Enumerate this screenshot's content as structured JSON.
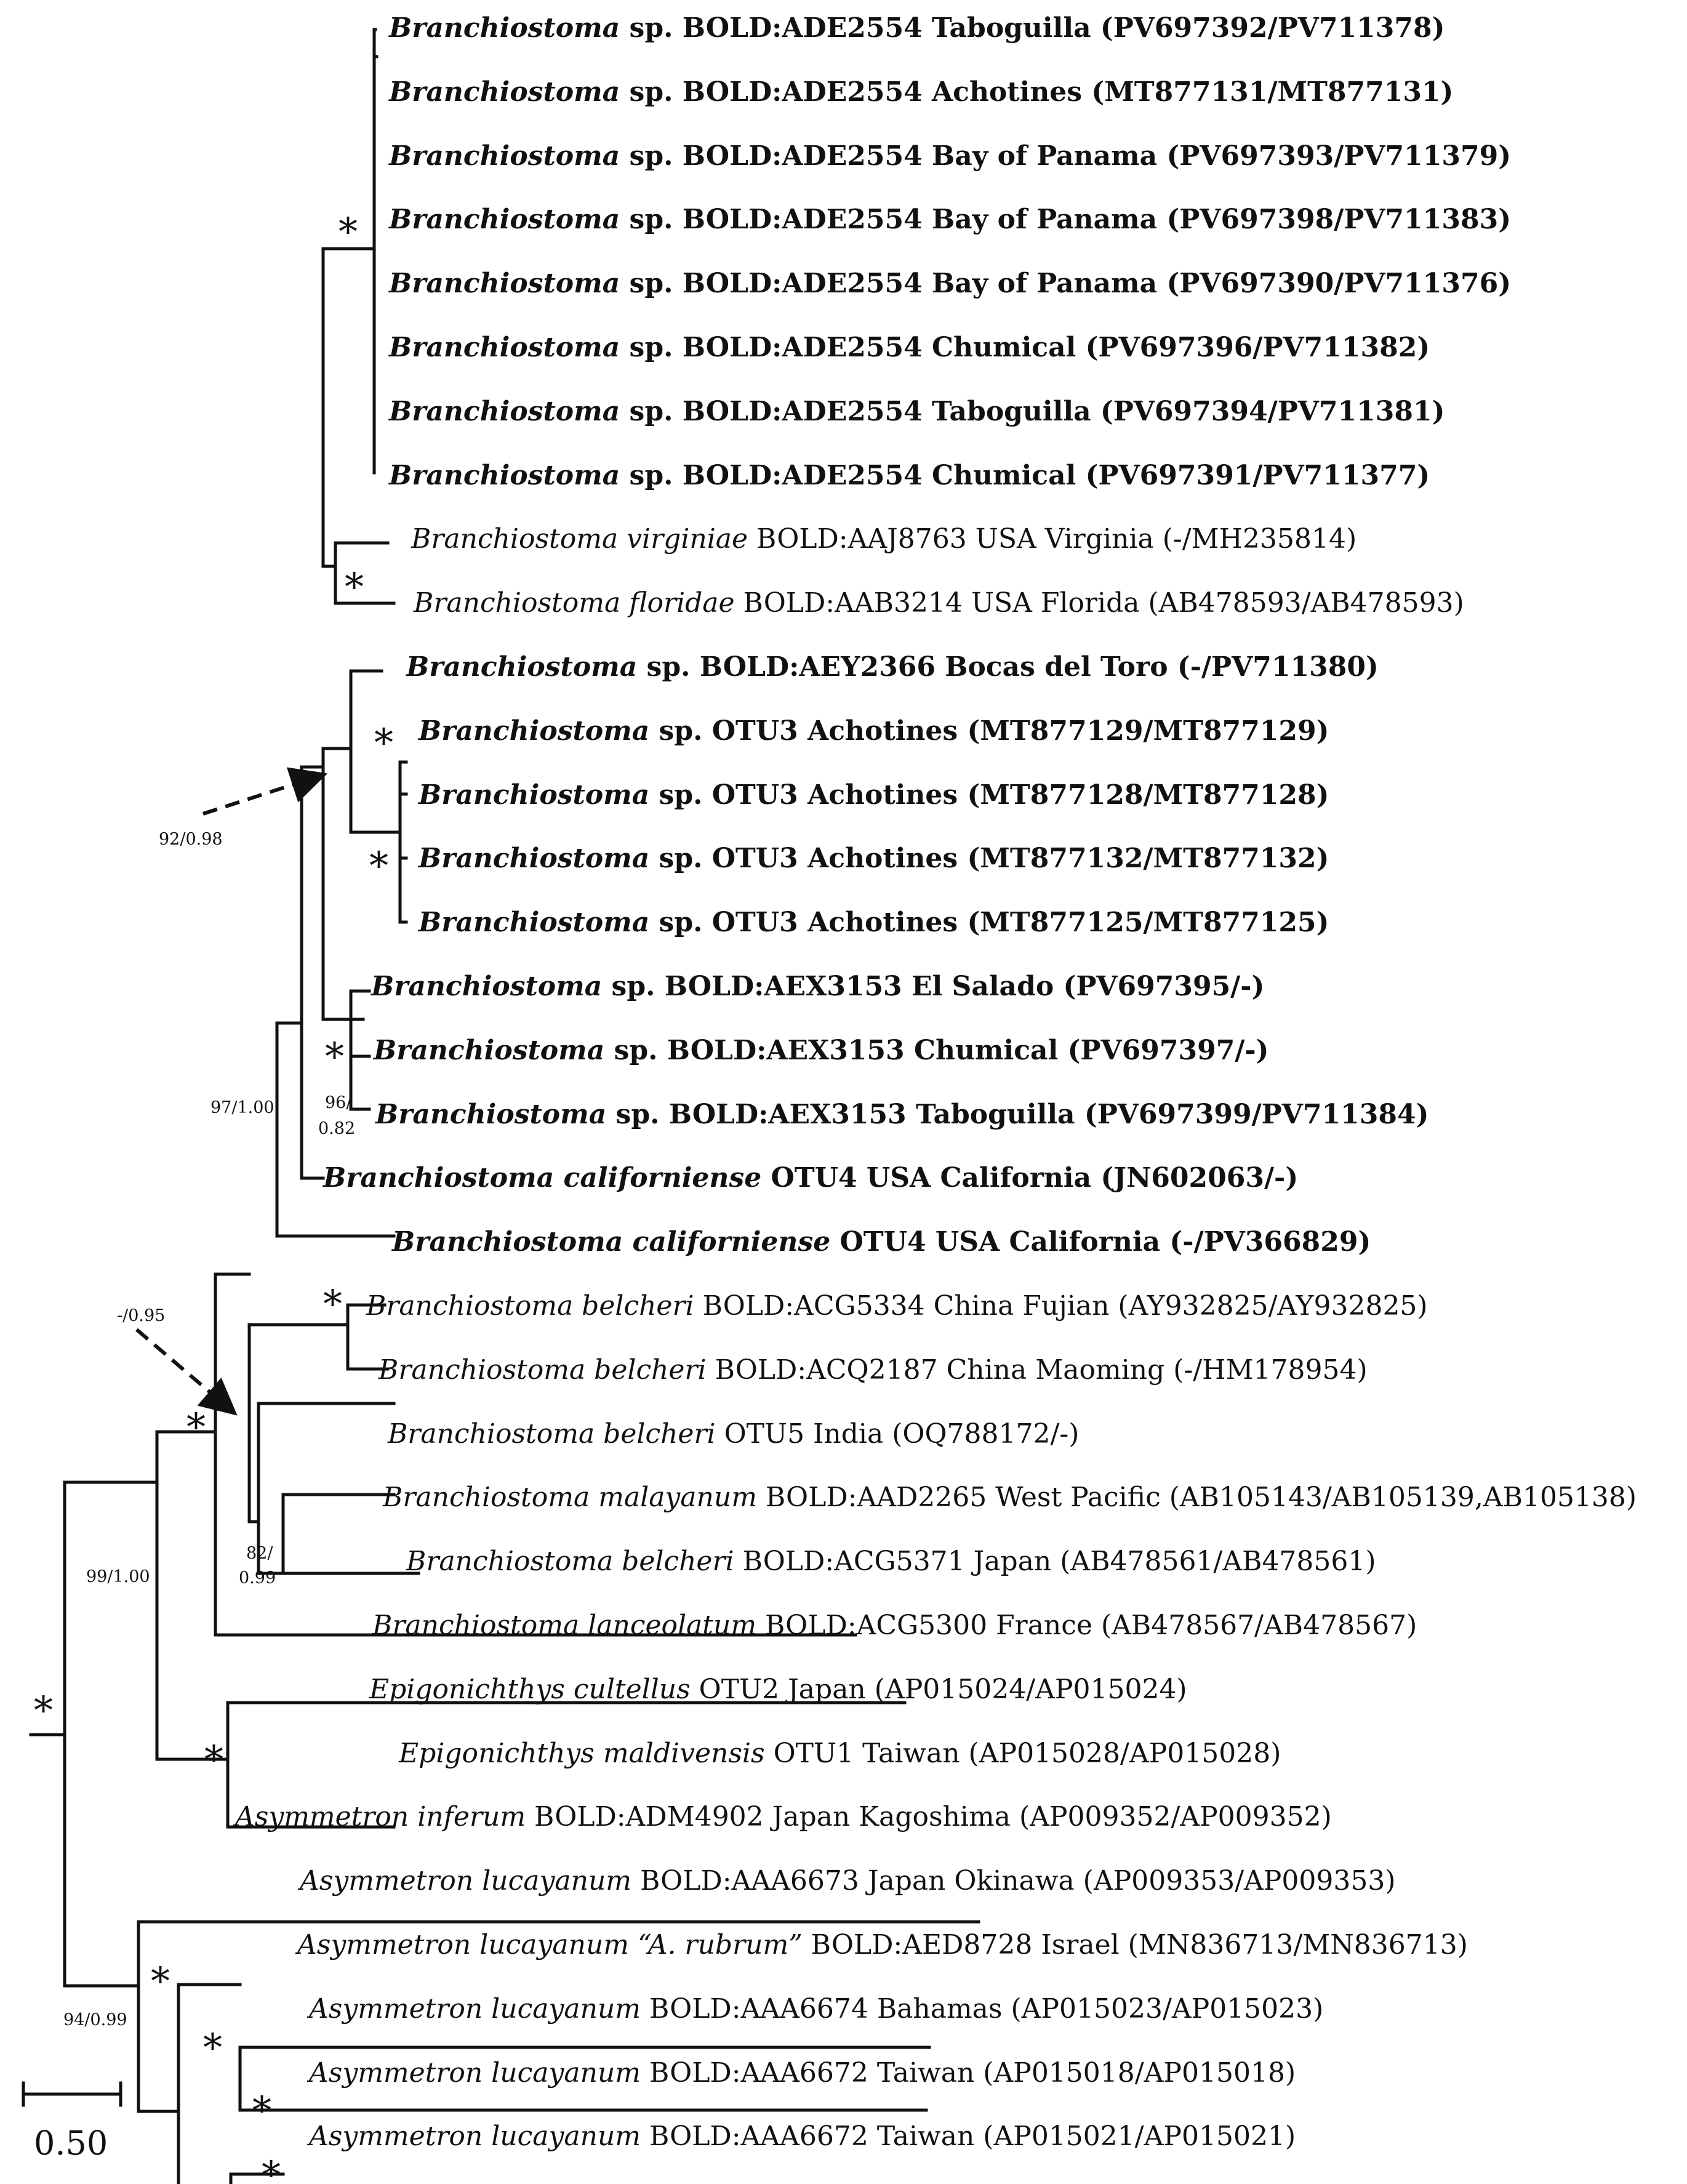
{
  "taxa": [
    {
      "parts": [
        {
          "text": "Branchiostoma",
          "style": "bi"
        },
        {
          "text": " sp. BOLD:ADE2554 Taboguilla (PV697392/PV711378)",
          "style": "b"
        }
      ]
    },
    {
      "parts": [
        {
          "text": "Branchiostoma",
          "style": "bi"
        },
        {
          "text": " sp. BOLD:ADE2554 Achotines (MT877131/MT877131)",
          "style": "b"
        }
      ]
    },
    {
      "parts": [
        {
          "text": "Branchiostoma",
          "style": "bi"
        },
        {
          "text": " sp. BOLD:ADE2554 Bay of Panama (PV697393/PV711379)",
          "style": "b"
        }
      ]
    },
    {
      "parts": [
        {
          "text": "Branchiostoma",
          "style": "bi"
        },
        {
          "text": " sp. BOLD:ADE2554 Bay of Panama (PV697398/PV711383)",
          "style": "b"
        }
      ]
    },
    {
      "parts": [
        {
          "text": "Branchiostoma",
          "style": "bi"
        },
        {
          "text": " sp. BOLD:ADE2554 Bay of Panama (PV697390/PV711376)",
          "style": "b"
        }
      ]
    },
    {
      "parts": [
        {
          "text": "Branchiostoma",
          "style": "bi"
        },
        {
          "text": " sp. BOLD:ADE2554 Chumical (PV697396/PV711382)",
          "style": "b"
        }
      ]
    },
    {
      "parts": [
        {
          "text": "Branchiostoma",
          "style": "bi"
        },
        {
          "text": " sp. BOLD:ADE2554 Taboguilla (PV697394/PV711381)",
          "style": "b"
        }
      ]
    },
    {
      "parts": [
        {
          "text": "Branchiostoma",
          "style": "bi"
        },
        {
          "text": " sp. BOLD:ADE2554 Chumical (PV697391/PV711377)",
          "style": "b"
        }
      ]
    },
    {
      "parts": [
        {
          "text": "Branchiostoma virginiae",
          "style": "i"
        },
        {
          "text": " BOLD:AAJ8763 USA Virginia (-/MH235814)",
          "style": "n"
        }
      ]
    },
    {
      "parts": [
        {
          "text": "Branchiostoma floridae",
          "style": "i"
        },
        {
          "text": " BOLD:AAB3214 USA Florida (AB478593/AB478593)",
          "style": "n"
        }
      ]
    },
    {
      "parts": [
        {
          "text": "Branchiostoma",
          "style": "bi"
        },
        {
          "text": " sp. BOLD:AEY2366 Bocas del Toro (-/PV711380)",
          "style": "b"
        }
      ]
    },
    {
      "parts": [
        {
          "text": "Branchiostoma",
          "style": "bi"
        },
        {
          "text": " sp. OTU3 Achotines (MT877129/MT877129)",
          "style": "b"
        }
      ]
    },
    {
      "parts": [
        {
          "text": "Branchiostoma",
          "style": "bi"
        },
        {
          "text": " sp. OTU3 Achotines (MT877128/MT877128)",
          "style": "b"
        }
      ]
    },
    {
      "parts": [
        {
          "text": "Branchiostoma",
          "style": "bi"
        },
        {
          "text": " sp. OTU3 Achotines (MT877132/MT877132)",
          "style": "b"
        }
      ]
    },
    {
      "parts": [
        {
          "text": "Branchiostoma",
          "style": "bi"
        },
        {
          "text": " sp. OTU3 Achotines (MT877125/MT877125)",
          "style": "b"
        }
      ]
    },
    {
      "parts": [
        {
          "text": "Branchiostoma",
          "style": "bi"
        },
        {
          "text": " sp. BOLD:AEX3153 El Salado (PV697395/-)",
          "style": "b"
        }
      ]
    },
    {
      "parts": [
        {
          "text": "Branchiostoma",
          "style": "bi"
        },
        {
          "text": " sp. BOLD:AEX3153 Chumical (PV697397/-)",
          "style": "b"
        }
      ]
    },
    {
      "parts": [
        {
          "text": "Branchiostoma",
          "style": "bi"
        },
        {
          "text": " sp. BOLD:AEX3153 Taboguilla (PV697399/PV711384)",
          "style": "b"
        }
      ]
    },
    {
      "parts": [
        {
          "text": "Branchiostoma californiense",
          "style": "bi"
        },
        {
          "text": " OTU4 USA California (JN602063/-)",
          "style": "b"
        }
      ]
    },
    {
      "parts": [
        {
          "text": "Branchiostoma californiense",
          "style": "bi"
        },
        {
          "text": " OTU4 USA California (-/PV366829)",
          "style": "b"
        }
      ]
    },
    {
      "parts": [
        {
          "text": "Branchiostoma belcheri",
          "style": "i"
        },
        {
          "text": " BOLD:ACG5334 China Fujian (AY932825/AY932825)",
          "style": "n"
        }
      ]
    },
    {
      "parts": [
        {
          "text": "Branchiostoma belcheri",
          "style": "i"
        },
        {
          "text": " BOLD:ACQ2187 China Maoming (-/HM178954)",
          "style": "n"
        }
      ]
    },
    {
      "parts": [
        {
          "text": "Branchiostoma belcheri",
          "style": "i"
        },
        {
          "text": " OTU5 India (OQ788172/-)",
          "style": "n"
        }
      ]
    },
    {
      "parts": [
        {
          "text": "Branchiostoma malayanum",
          "style": "i"
        },
        {
          "text": " BOLD:AAD2265 West Pacific (AB105143/AB105139,AB105138)",
          "style": "n"
        }
      ]
    },
    {
      "parts": [
        {
          "text": "Branchiostoma belcheri",
          "style": "i"
        },
        {
          "text": " BOLD:ACG5371 Japan (AB478561/AB478561)",
          "style": "n"
        }
      ]
    },
    {
      "parts": [
        {
          "text": "Branchiostoma lanceolatum",
          "style": "i"
        },
        {
          "text": " BOLD:ACG5300 France (AB478567/AB478567)",
          "style": "n"
        }
      ]
    },
    {
      "parts": [
        {
          "text": "Epigonichthys cultellus",
          "style": "i"
        },
        {
          "text": " OTU2 Japan (AP015024/AP015024)",
          "style": "n"
        }
      ]
    },
    {
      "parts": [
        {
          "text": "Epigonichthys maldivensis",
          "style": "i"
        },
        {
          "text": " OTU1 Taiwan (AP015028/AP015028)",
          "style": "n"
        }
      ]
    },
    {
      "parts": [
        {
          "text": "Asymmetron inferum",
          "style": "i"
        },
        {
          "text": " BOLD:ADM4902 Japan Kagoshima (AP009352/AP009352)",
          "style": "n"
        }
      ]
    },
    {
      "parts": [
        {
          "text": "Asymmetron lucayanum",
          "style": "i"
        },
        {
          "text": " BOLD:AAA6673 Japan Okinawa (AP009353/AP009353)",
          "style": "n"
        }
      ]
    },
    {
      "parts": [
        {
          "text": "Asymmetron lucayanum “A. rubrum”",
          "style": "i"
        },
        {
          "text": " BOLD:AED8728 Israel (MN836713/MN836713)",
          "style": "n"
        }
      ]
    },
    {
      "parts": [
        {
          "text": "Asymmetron lucayanum",
          "style": "i"
        },
        {
          "text": " BOLD:AAA6674 Bahamas (AP015023/AP015023)",
          "style": "n"
        }
      ]
    },
    {
      "parts": [
        {
          "text": "Asymmetron lucayanum",
          "style": "i"
        },
        {
          "text": " BOLD:AAA6672 Taiwan (AP015018/AP015018)",
          "style": "n"
        }
      ]
    },
    {
      "parts": [
        {
          "text": "Asymmetron lucayanum",
          "style": "i"
        },
        {
          "text": " BOLD:AAA6672 Taiwan (AP015021/AP015021)",
          "style": "n"
        }
      ]
    }
  ],
  "support_labels": {
    "star": "*",
    "s_92": "92/0.98",
    "s_97": "97/1.00",
    "s_96_a": "96/",
    "s_96_b": "0.82",
    "s_na": "-/0.95",
    "s_99": "99/1.00",
    "s_82_a": "82/",
    "s_82_b": "0.99",
    "s_94": "94/0.99"
  },
  "scale_bar": {
    "label": "0.50"
  }
}
